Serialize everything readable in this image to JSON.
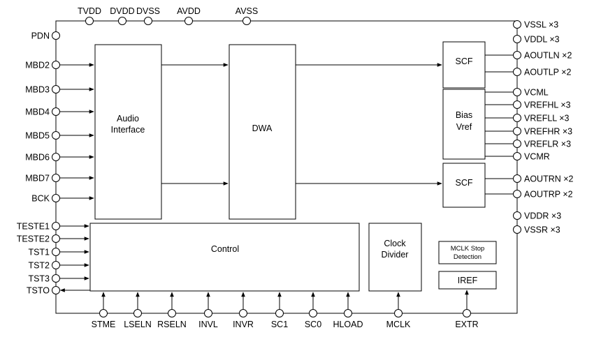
{
  "top_pins": [
    "TVDD",
    "DVDD",
    "DVSS",
    "AVDD",
    "AVSS"
  ],
  "left_pins": [
    "PDN",
    "MBD2",
    "MBD3",
    "MBD4",
    "MBD5",
    "MBD6",
    "MBD7",
    "BCK",
    "TESTE1",
    "TESTE2",
    "TST1",
    "TST2",
    "TST3",
    "TSTO"
  ],
  "right_pins": [
    "VSSL ×3",
    "VDDL ×3",
    "AOUTLN ×2",
    "AOUTLP ×2",
    "VCML",
    "VREFHL ×3",
    "VREFLL ×3",
    "VREFHR ×3",
    "VREFLR ×3",
    "VCMR",
    "AOUTRN ×2",
    "AOUTRP ×2",
    "VDDR ×3",
    "VSSR ×3"
  ],
  "bottom_pins": [
    "STME",
    "LSELN",
    "RSELN",
    "INVL",
    "INVR",
    "SC1",
    "SC0",
    "HLOAD",
    "MCLK",
    "EXTR"
  ],
  "blocks": {
    "audio_interface": [
      "Audio",
      "Interface"
    ],
    "dwa": "DWA",
    "scf_left": "SCF",
    "bias_vref": [
      "Bias",
      "Vref"
    ],
    "scf_right": "SCF",
    "control": "Control",
    "clock_divider": [
      "Clock",
      "Divider"
    ],
    "mclk_stop": [
      "MCLK Stop",
      "Detection"
    ],
    "iref": "IREF"
  }
}
